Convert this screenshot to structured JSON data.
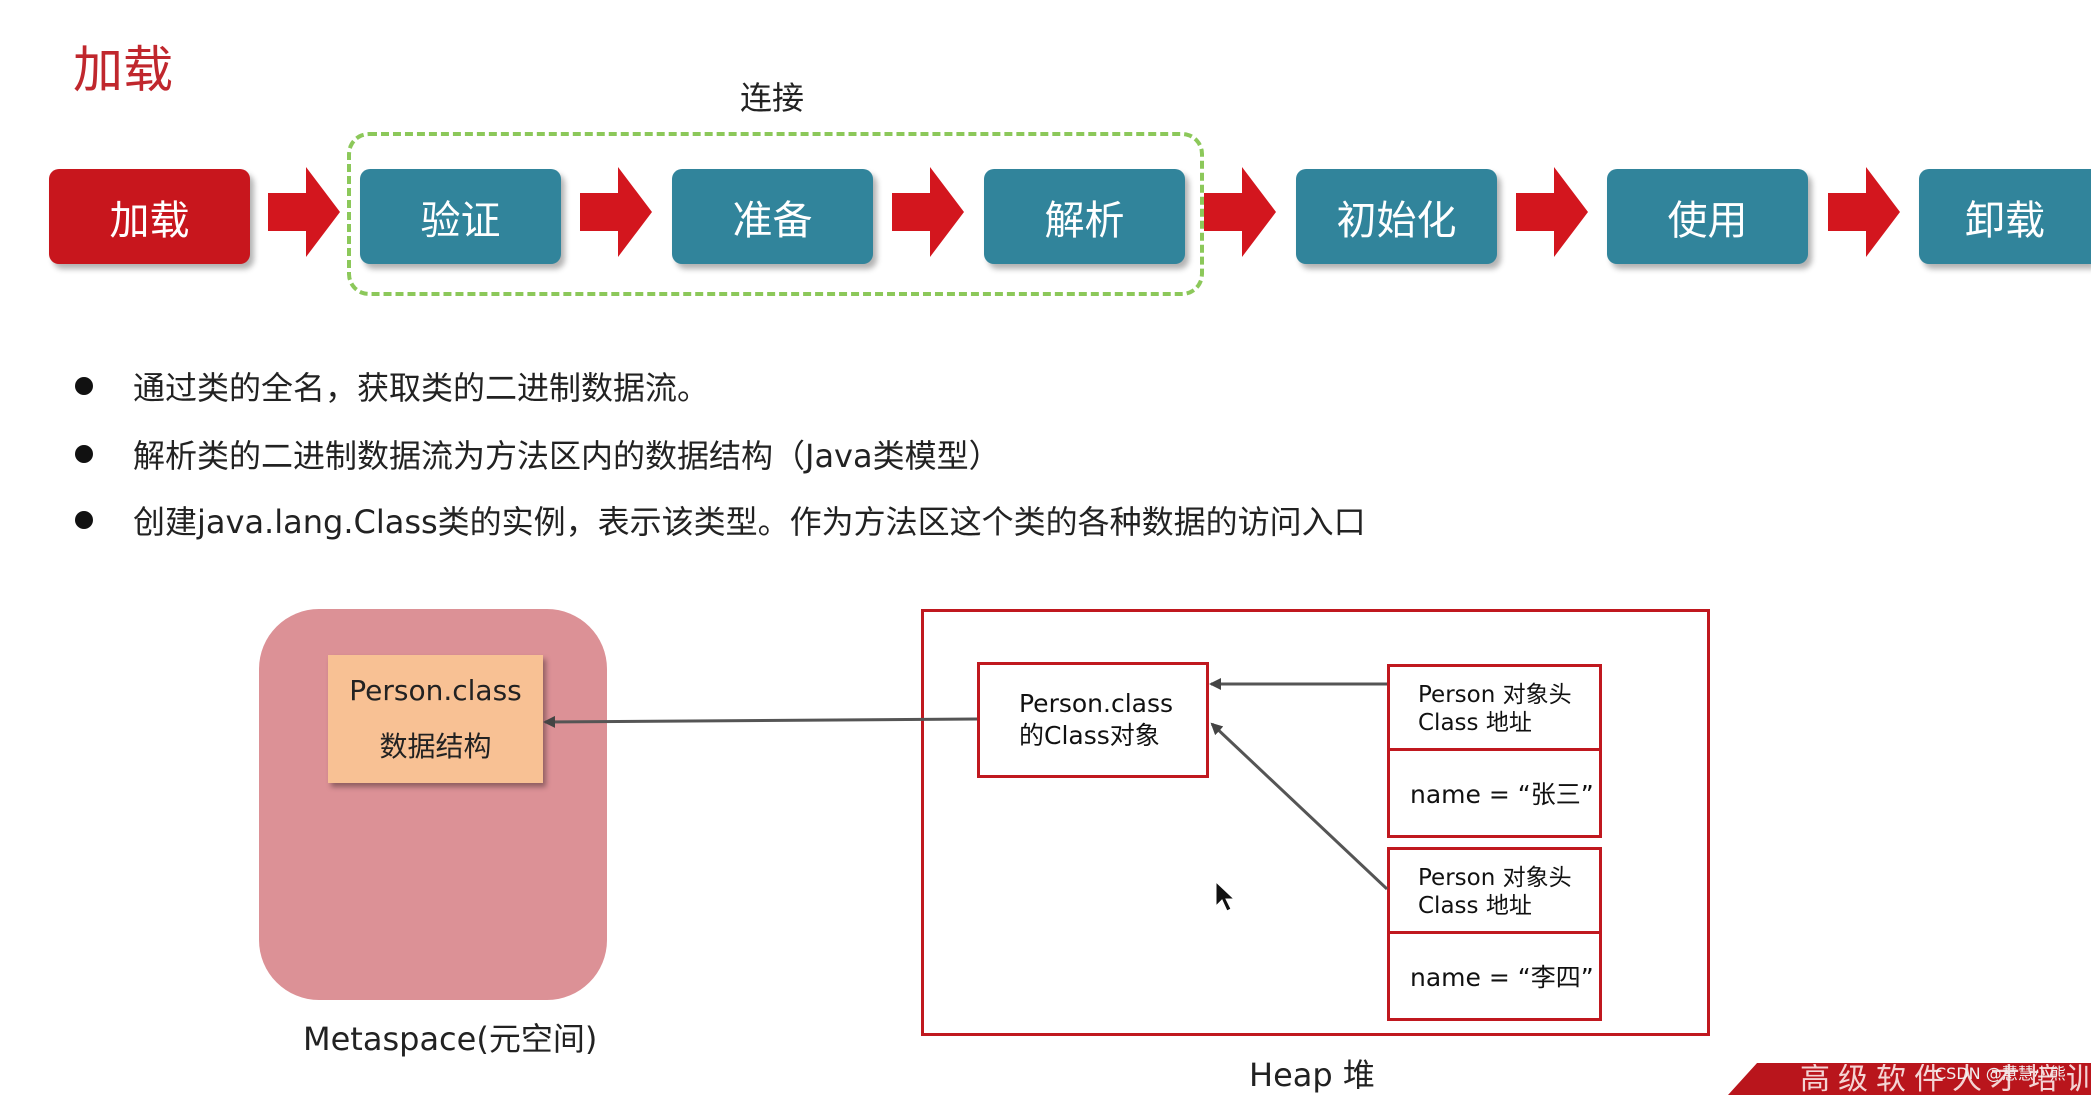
{
  "title": "加载",
  "group_label": "连接",
  "stages": [
    {
      "label": "加载",
      "color": "#c8161d"
    },
    {
      "label": "验证",
      "color": "#31849b"
    },
    {
      "label": "准备",
      "color": "#31849b"
    },
    {
      "label": "解析",
      "color": "#31849b"
    },
    {
      "label": "初始化",
      "color": "#31849b"
    },
    {
      "label": "使用",
      "color": "#31849b"
    },
    {
      "label": "卸载",
      "color": "#31849b"
    }
  ],
  "bullets": [
    "通过类的全名，获取类的二进制数据流。",
    "解析类的二进制数据流为方法区内的数据结构（Java类模型）",
    "创建java.lang.Class类的实例，表示该类型。作为方法区这个类的各种数据的访问入口"
  ],
  "metaspace": {
    "struct_line1": "Person.class",
    "struct_line2": "数据结构",
    "caption": "Metaspace(元空间)"
  },
  "heap": {
    "class_obj_line1": "Person.class",
    "class_obj_line2": "的Class对象",
    "objects": [
      {
        "head_line1": "Person 对象头",
        "head_line2": "Class 地址",
        "name": "name = “张三”"
      },
      {
        "head_line1": "Person 对象头",
        "head_line2": "Class 地址",
        "name": "name = “李四”"
      }
    ],
    "caption": "Heap 堆"
  },
  "footer": {
    "banner": "高级软件人才培训",
    "watermark": "CSDN @慧慧小熊"
  }
}
